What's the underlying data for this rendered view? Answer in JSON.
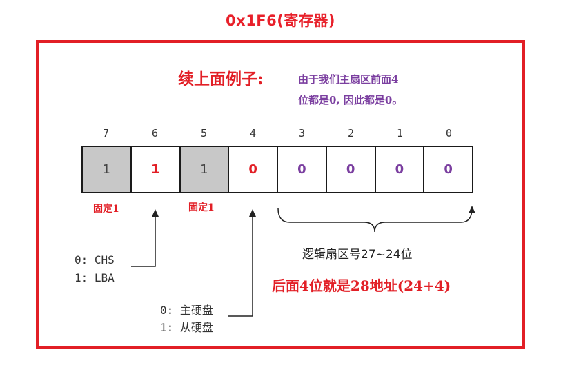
{
  "title": "0x1F6(寄存器)",
  "heading": "续上面例子:",
  "note": {
    "line1": "由于我们主扇区前面4",
    "line2": "位都是0, 因此都是0。"
  },
  "bit_numbers": [
    "7",
    "6",
    "5",
    "4",
    "3",
    "2",
    "1",
    "0"
  ],
  "bits": [
    {
      "value": "1",
      "color": "#444444",
      "shaded": true
    },
    {
      "value": "1",
      "color": "#e21f26",
      "shaded": false
    },
    {
      "value": "1",
      "color": "#444444",
      "shaded": true
    },
    {
      "value": "0",
      "color": "#e21f26",
      "shaded": false
    },
    {
      "value": "0",
      "color": "#7b3fa0",
      "shaded": false
    },
    {
      "value": "0",
      "color": "#7b3fa0",
      "shaded": false
    },
    {
      "value": "0",
      "color": "#7b3fa0",
      "shaded": false
    },
    {
      "value": "0",
      "color": "#7b3fa0",
      "shaded": false
    }
  ],
  "fixed_label": "固定1",
  "lba_mode": {
    "line1": "0: CHS",
    "line2": "1: LBA"
  },
  "drive_select": {
    "line1": "0: 主硬盘",
    "line2": "1: 从硬盘"
  },
  "sector_label": "逻辑扇区号27~24位",
  "address_note": "后面4位就是28地址(24+4)"
}
